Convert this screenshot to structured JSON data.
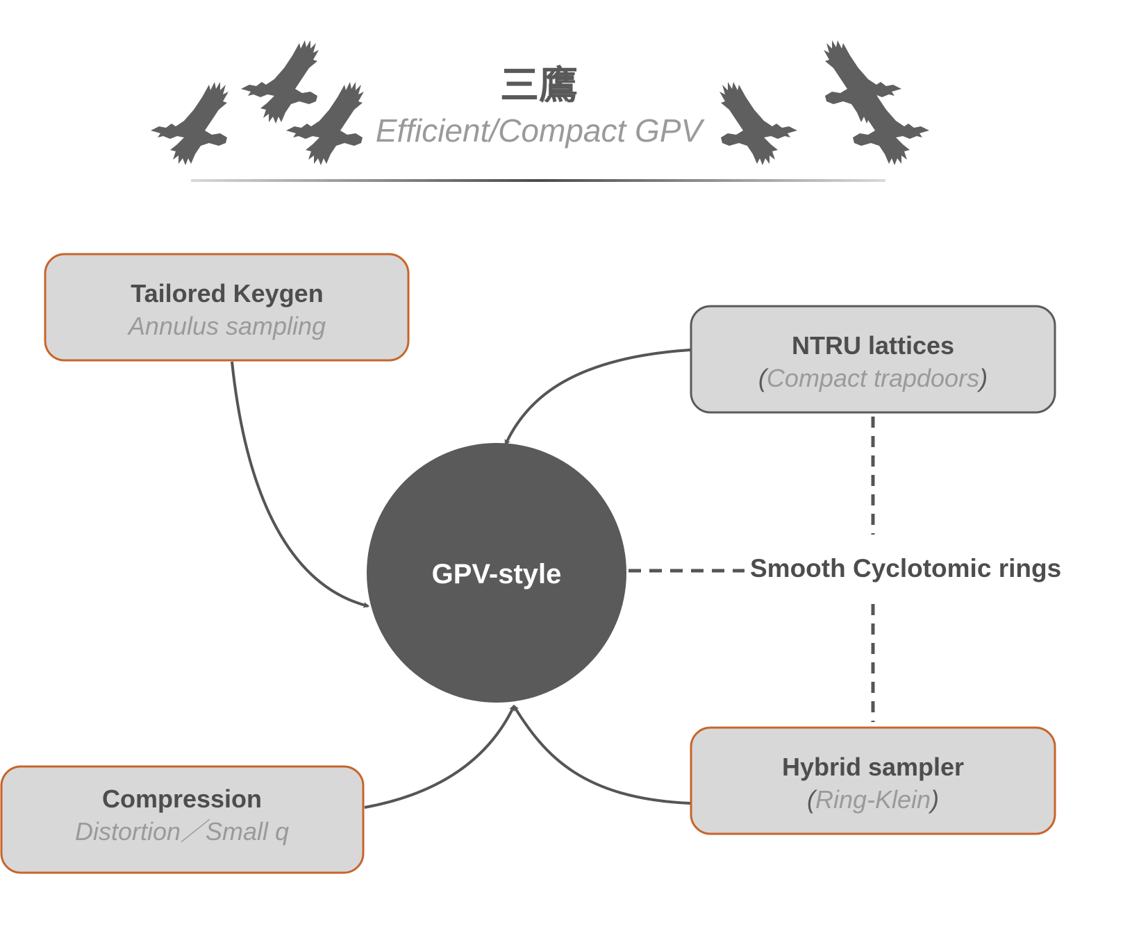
{
  "header": {
    "title": "三鷹",
    "subtitle": "Efficient/Compact GPV"
  },
  "center": {
    "label": "GPV-style"
  },
  "nodes": {
    "keygen": {
      "title": "Tailored Keygen",
      "subtitle": "Annulus sampling"
    },
    "ntru": {
      "title": "NTRU lattices",
      "paren_open": "(",
      "subtitle": "Compact trapdoors",
      "paren_close": ")"
    },
    "compression": {
      "title": "Compression",
      "subtitle": "Distortion／Small q"
    },
    "sampler": {
      "title": "Hybrid sampler",
      "paren_open": "(",
      "subtitle": "Ring-Klein",
      "paren_close": ")"
    }
  },
  "ring_label": "Smooth Cyclotomic rings",
  "icons": [
    "eagle-icon"
  ],
  "colors": {
    "dark": "#5a5a5a",
    "box_fill": "#d8d8d8",
    "accent_border": "#c8642a",
    "neutral_border": "#5a5a5a",
    "muted_text": "#9a9a9a"
  }
}
